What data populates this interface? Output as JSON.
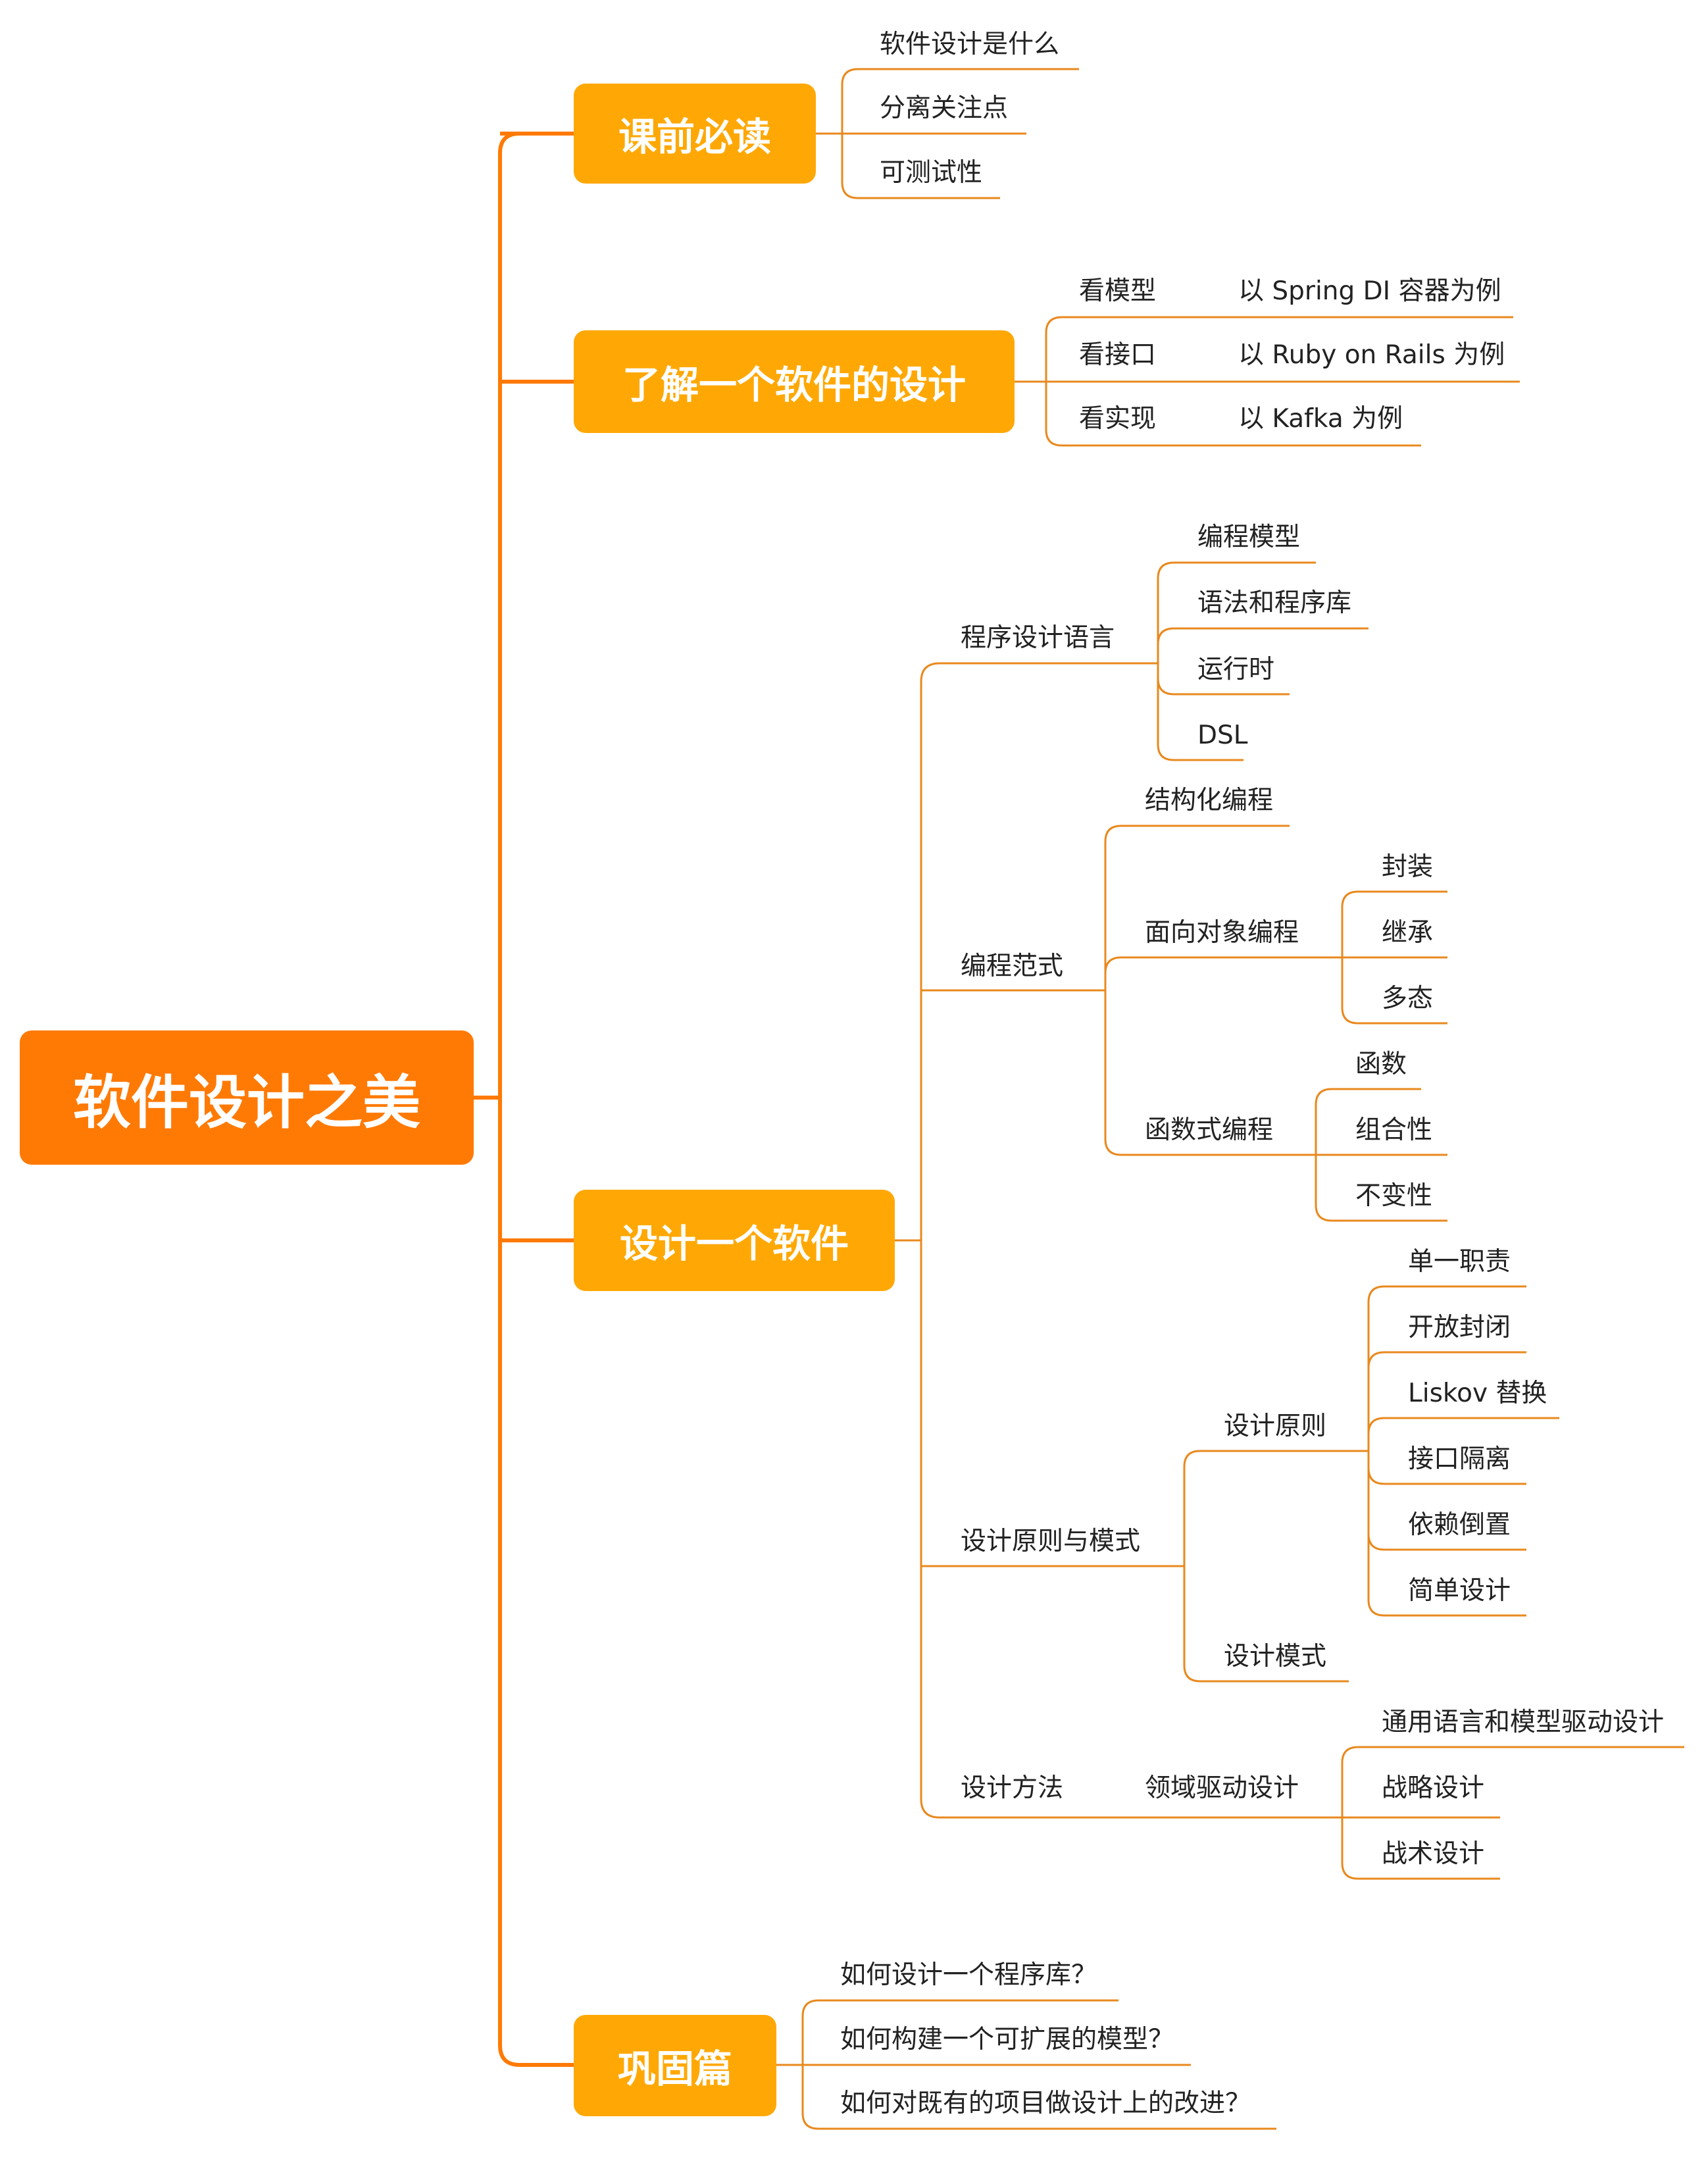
{
  "root": {
    "label": "软件设计之美"
  },
  "branches": [
    {
      "label": "课前必读",
      "children": [
        "软件设计是什么",
        "分离关注点",
        "可测试性"
      ]
    },
    {
      "label": "了解一个软件的设计",
      "children": [
        {
          "label": "看模型",
          "detail": "以 Spring DI 容器为例"
        },
        {
          "label": "看接口",
          "detail": "以 Ruby on Rails 为例"
        },
        {
          "label": "看实现",
          "detail": "以 Kafka 为例"
        }
      ]
    },
    {
      "label": "设计一个软件",
      "children": [
        {
          "label": "程序设计语言",
          "children": [
            "编程模型",
            "语法和程序库",
            "运行时",
            "DSL"
          ]
        },
        {
          "label": "编程范式",
          "children": [
            {
              "label": "结构化编程"
            },
            {
              "label": "面向对象编程",
              "children": [
                "封装",
                "继承",
                "多态"
              ]
            },
            {
              "label": "函数式编程",
              "children": [
                "函数",
                "组合性",
                "不变性"
              ]
            }
          ]
        },
        {
          "label": "设计原则与模式",
          "children": [
            {
              "label": "设计原则",
              "children": [
                "单一职责",
                "开放封闭",
                "Liskov 替换",
                "接口隔离",
                "依赖倒置",
                "简单设计"
              ]
            },
            {
              "label": "设计模式"
            }
          ]
        },
        {
          "label": "设计方法",
          "children": [
            {
              "label": "领域驱动设计",
              "children": [
                "通用语言和模型驱动设计",
                "战略设计",
                "战术设计"
              ]
            }
          ]
        }
      ]
    },
    {
      "label": "巩固篇",
      "children": [
        "如何设计一个程序库？",
        "如何构建一个可扩展的模型？",
        "如何对既有的项目做设计上的改进？"
      ]
    }
  ],
  "colors": {
    "root": "#FF7A05",
    "main": "#FFA805",
    "connector": "#FF7A05",
    "sub_connector": "#E8891E"
  }
}
